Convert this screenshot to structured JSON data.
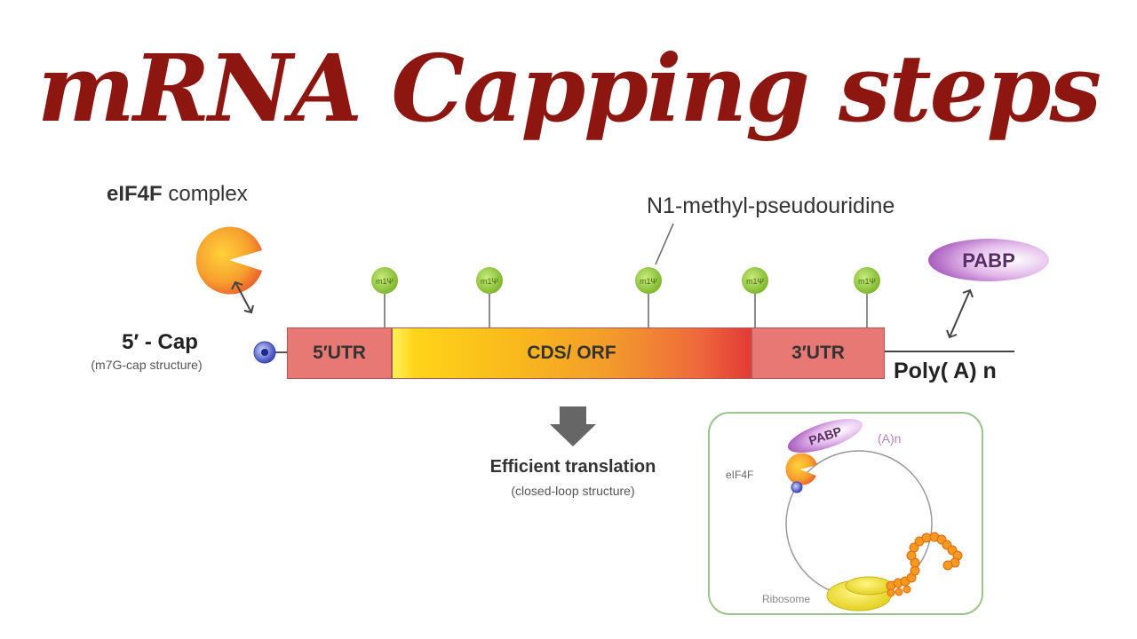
{
  "title": "mRNA Capping steps",
  "labels": {
    "eif4f_bold": "eIF4F",
    "eif4f_rest": " complex",
    "n1": "N1-methyl-pseudouridine",
    "cap_main": "5′ - Cap",
    "cap_sub": "(m7G-cap structure)",
    "utr5": "5′UTR",
    "cds": "CDS/ ORF",
    "utr3": "3′UTR",
    "polya": "Poly( A) n",
    "pabp": "PABP",
    "pin": "m1Ψ",
    "efficient": "Efficient translation",
    "closed_loop": "(closed-loop structure)"
  },
  "inset": {
    "eif4f": "eIF4F",
    "pabp": "PABP",
    "polya": "(A)n",
    "ribosome": "Ribosome"
  },
  "colors": {
    "title": "#8e1611",
    "utr": "#e87874",
    "pin": "#9ed04a",
    "pabp": "#c07fd0",
    "cap": "#4a56c4",
    "inset_border": "#9bc58c"
  }
}
